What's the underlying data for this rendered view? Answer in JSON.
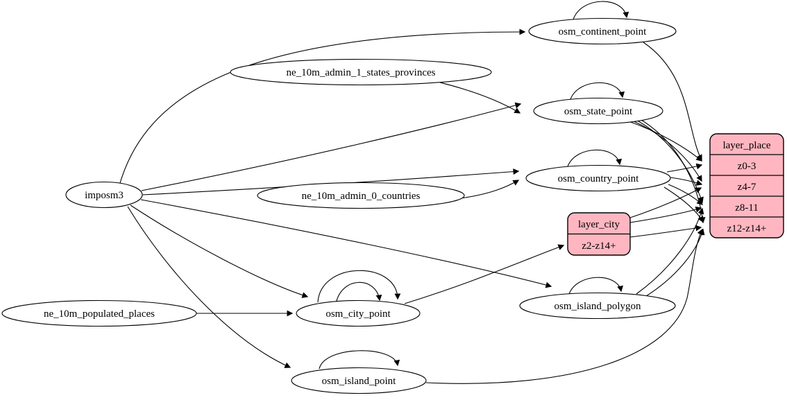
{
  "diagram": {
    "kind": "etl-graph",
    "colors": {
      "record_fill": "#ffb6c1",
      "node_fill": "#ffffff",
      "stroke": "#000000",
      "background": "#ffffff"
    },
    "nodes": {
      "imposm3": {
        "label": "imposm3"
      },
      "ne_10m_admin_1_states_provinces": {
        "label": "ne_10m_admin_1_states_provinces"
      },
      "ne_10m_admin_0_countries": {
        "label": "ne_10m_admin_0_countries"
      },
      "ne_10m_populated_places": {
        "label": "ne_10m_populated_places"
      },
      "osm_continent_point": {
        "label": "osm_continent_point"
      },
      "osm_state_point": {
        "label": "osm_state_point"
      },
      "osm_country_point": {
        "label": "osm_country_point"
      },
      "osm_city_point": {
        "label": "osm_city_point"
      },
      "osm_island_polygon": {
        "label": "osm_island_polygon"
      },
      "osm_island_point": {
        "label": "osm_island_point"
      },
      "layer_place": {
        "title": "layer_place",
        "rows": [
          "z0-3",
          "z4-7",
          "z8-11",
          "z12-z14+"
        ]
      },
      "layer_city": {
        "title": "layer_city",
        "rows": [
          "z2-z14+"
        ]
      }
    },
    "edges": [
      {
        "from": "imposm3",
        "to": "osm_continent_point"
      },
      {
        "from": "imposm3",
        "to": "osm_state_point"
      },
      {
        "from": "imposm3",
        "to": "osm_country_point"
      },
      {
        "from": "imposm3",
        "to": "osm_city_point"
      },
      {
        "from": "imposm3",
        "to": "osm_island_polygon"
      },
      {
        "from": "imposm3",
        "to": "osm_island_point"
      },
      {
        "from": "ne_10m_admin_1_states_provinces",
        "to": "osm_state_point"
      },
      {
        "from": "ne_10m_admin_0_countries",
        "to": "osm_country_point"
      },
      {
        "from": "ne_10m_populated_places",
        "to": "osm_city_point"
      },
      {
        "from": "osm_continent_point",
        "to": "osm_continent_point",
        "self_loop": true
      },
      {
        "from": "osm_state_point",
        "to": "osm_state_point",
        "self_loop": true
      },
      {
        "from": "osm_country_point",
        "to": "osm_country_point",
        "self_loop": true
      },
      {
        "from": "osm_city_point",
        "to": "osm_city_point",
        "self_loop": true
      },
      {
        "from": "osm_city_point",
        "to": "osm_city_point",
        "self_loop": true
      },
      {
        "from": "osm_island_polygon",
        "to": "osm_island_polygon",
        "self_loop": true
      },
      {
        "from": "osm_island_point",
        "to": "osm_island_point",
        "self_loop": true
      },
      {
        "from": "osm_continent_point",
        "to": "layer_place:z0-3"
      },
      {
        "from": "osm_state_point",
        "to": "layer_place:z0-3"
      },
      {
        "from": "osm_state_point",
        "to": "layer_place:z4-7"
      },
      {
        "from": "osm_state_point",
        "to": "layer_place:z8-11"
      },
      {
        "from": "osm_state_point",
        "to": "layer_place:z12-z14+"
      },
      {
        "from": "osm_country_point",
        "to": "layer_place:z0-3"
      },
      {
        "from": "osm_country_point",
        "to": "layer_place:z4-7"
      },
      {
        "from": "osm_country_point",
        "to": "layer_place:z8-11"
      },
      {
        "from": "osm_country_point",
        "to": "layer_place:z12-z14+"
      },
      {
        "from": "osm_city_point",
        "to": "layer_city:z2-z14+"
      },
      {
        "from": "layer_city:z2-z14+",
        "to": "layer_place:z4-7"
      },
      {
        "from": "layer_city:z2-z14+",
        "to": "layer_place:z8-11"
      },
      {
        "from": "layer_city:z2-z14+",
        "to": "layer_place:z12-z14+"
      },
      {
        "from": "osm_island_polygon",
        "to": "layer_place:z8-11"
      },
      {
        "from": "osm_island_polygon",
        "to": "layer_place:z12-z14+"
      },
      {
        "from": "osm_island_point",
        "to": "layer_place:z12-z14+"
      }
    ]
  }
}
